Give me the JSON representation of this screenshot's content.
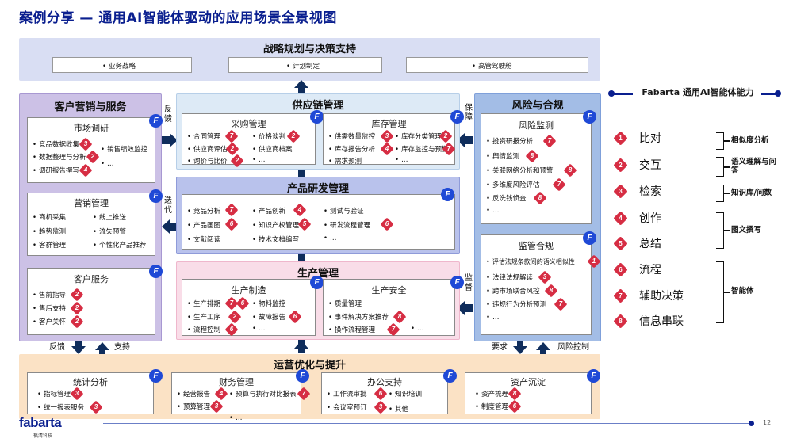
{
  "title": "案例分享 — 通用AI智能体驱动的应用场景全景视图",
  "colors": {
    "strategy": "#d9def3",
    "marketing": "#ccc1e6",
    "supply": "#ddeaf6",
    "product": "#b9c2ec",
    "production": "#f9dde8",
    "risk": "#a3bde6",
    "ops": "#fbe2c5",
    "accent": "#1f49d6",
    "diamond": "#d62d43",
    "navy": "#0a1f8f"
  },
  "strategy": {
    "title": "战略规划与决策支持",
    "items": [
      "业务战略",
      "计划制定",
      "高管驾驶舱"
    ]
  },
  "marketing": {
    "title": "客户营销与服务",
    "market": {
      "title": "市场调研",
      "items": [
        "竞品数据收集",
        "销售绩效监控",
        "数据整理与分析",
        "…",
        "调研报告撰写"
      ],
      "badges": [
        "3",
        "2",
        "4"
      ]
    },
    "sales": {
      "title": "营销管理",
      "items": [
        "商机采集",
        "线上推送",
        "趋势监测",
        "流失预警",
        "客群管理",
        "个性化产品推荐"
      ]
    },
    "service": {
      "title": "客户服务",
      "items": [
        "售前指导",
        "售后支持",
        "客户关怀"
      ],
      "badges": [
        "2",
        "2",
        "2"
      ]
    }
  },
  "labels": {
    "feedback": "反馈",
    "iterate": "迭代",
    "guarantee": "保障",
    "supervise": "监督",
    "feedback2": "反馈",
    "support": "支持",
    "requirement": "要求",
    "risk_control": "风险控制"
  },
  "supply": {
    "title": "供应链管理",
    "purchase": {
      "title": "采购管理",
      "items": [
        "合同管理",
        "价格谈判",
        "供应商评估",
        "供应商档案",
        "询价与比价",
        "…"
      ],
      "badges": [
        "7",
        "2",
        "2",
        "2"
      ]
    },
    "inventory": {
      "title": "库存管理",
      "items": [
        "供需数量监控",
        "库存分类管理",
        "库存报告分析",
        "库存监控与预警",
        "需求预测",
        "…"
      ],
      "badges": [
        "3",
        "2",
        "4",
        "7"
      ]
    }
  },
  "product": {
    "title": "产品研发管理",
    "items": [
      "竞品分析",
      "产品创新",
      "测试与验证",
      "产品画图",
      "知识产权管理",
      "研发流程管理",
      "文献阅读",
      "技术文档编写",
      "…"
    ],
    "badges": [
      "7",
      "4",
      "6",
      "5",
      "6"
    ]
  },
  "production": {
    "title": "生产管理",
    "make": {
      "title": "生产制造",
      "items": [
        "生产排期",
        "物料监控",
        "生产工序",
        "故障报告",
        "流程控制",
        "…"
      ],
      "badges": [
        "7",
        "2",
        "6",
        "6",
        "6"
      ]
    },
    "safety": {
      "title": "生产安全",
      "items": [
        "质量管理",
        "事件解决方案推荐",
        "操作流程管理",
        "…"
      ],
      "badges": [
        "8",
        "7"
      ]
    }
  },
  "risk": {
    "title": "风险与合规",
    "monitor": {
      "title": "风险监测",
      "items": [
        "投资研报分析",
        "舆情监测",
        "关联网络分析和预警",
        "多维度风险评估",
        "反洗钱侦查",
        "…"
      ],
      "badges": [
        "7",
        "8",
        "8",
        "7",
        "8"
      ]
    },
    "compliance": {
      "title": "监管合规",
      "items": [
        "评估法规条款间的语义相似性",
        "法律法规解读",
        "跨市场联合风控",
        "违规行为分析预测",
        "…"
      ],
      "badges": [
        "1",
        "3",
        "8",
        "7"
      ]
    }
  },
  "ops": {
    "title": "运营优化与提升",
    "stats": {
      "title": "统计分析",
      "items": [
        "指标管理",
        "统一报表服务"
      ],
      "badges": [
        "3",
        "3"
      ]
    },
    "finance": {
      "title": "财务管理",
      "items": [
        "经营报告",
        "预算与执行对比报表",
        "预算管理",
        "…"
      ],
      "badges": [
        "4",
        "7",
        "3"
      ]
    },
    "office": {
      "title": "办公支持",
      "items": [
        "工作流审批",
        "知识培训",
        "会议室预订",
        "其他"
      ],
      "badges": [
        "6",
        "3"
      ]
    },
    "asset": {
      "title": "资产沉淀",
      "items": [
        "资产梳理",
        "制度管理"
      ],
      "badges": [
        "8",
        "6"
      ]
    }
  },
  "capability": {
    "header": "Fabarta 通用AI智能体能力",
    "items": [
      {
        "n": "1",
        "label": "比对"
      },
      {
        "n": "2",
        "label": "交互"
      },
      {
        "n": "3",
        "label": "检索"
      },
      {
        "n": "4",
        "label": "创作"
      },
      {
        "n": "5",
        "label": "总结"
      },
      {
        "n": "6",
        "label": "流程"
      },
      {
        "n": "7",
        "label": "辅助决策"
      },
      {
        "n": "8",
        "label": "信息串联"
      }
    ],
    "groups": [
      "相似度分析",
      "语义理解与问答",
      "知识库/问数",
      "图文撰写",
      "智能体"
    ]
  },
  "footer": {
    "logo": "fabarta",
    "logo_sub": "枫清科技",
    "page": "12"
  }
}
